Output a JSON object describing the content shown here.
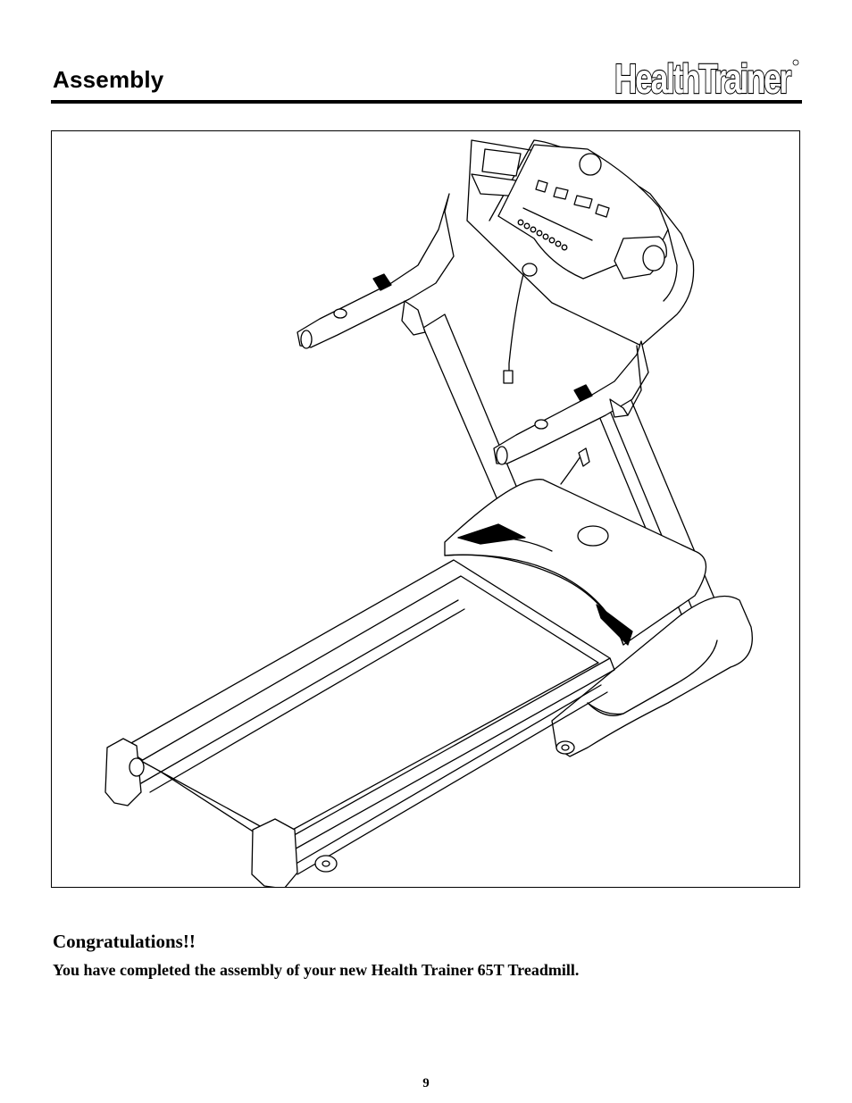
{
  "header": {
    "section_title": "Assembly",
    "brand_logo": "HealthTrainer"
  },
  "figure": {
    "icon": "treadmill-illustration"
  },
  "content": {
    "heading": "Congratulations!!",
    "body": "You have completed the assembly of your new Health Trainer 65T Treadmill."
  },
  "footer": {
    "page_number": "9"
  }
}
